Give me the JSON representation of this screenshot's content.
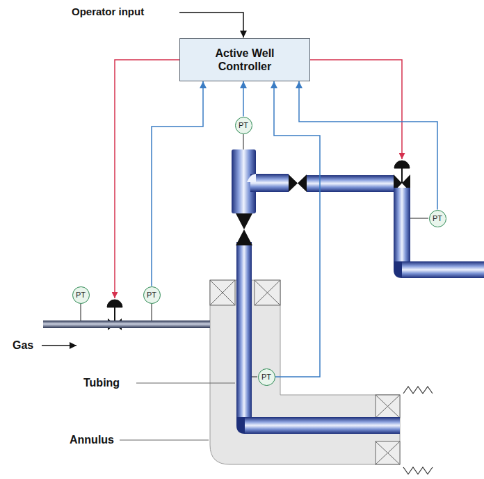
{
  "diagram": {
    "nodes": [
      {
        "text": [
          "Active Well Controller"
        ]
      },
      {
        "text": [
          "PT"
        ]
      },
      {
        "text": [
          "PT"
        ]
      },
      {
        "text": [
          "PT"
        ]
      },
      {
        "text": [
          "PT"
        ]
      },
      {
        "text": [
          "PT"
        ]
      }
    ],
    "edges": [
      {
        "from": 4,
        "to": 0,
        "arrow": "to"
      },
      {
        "from": 1,
        "to": 0,
        "arrow": "to"
      },
      {
        "from": 5,
        "to": 0,
        "arrow": "to"
      },
      {
        "from": 2,
        "to": 0,
        "arrow": "to"
      }
    ],
    "labels": [
      "Operator input",
      "Gas",
      "Tubing",
      "Annulus"
    ]
  }
}
